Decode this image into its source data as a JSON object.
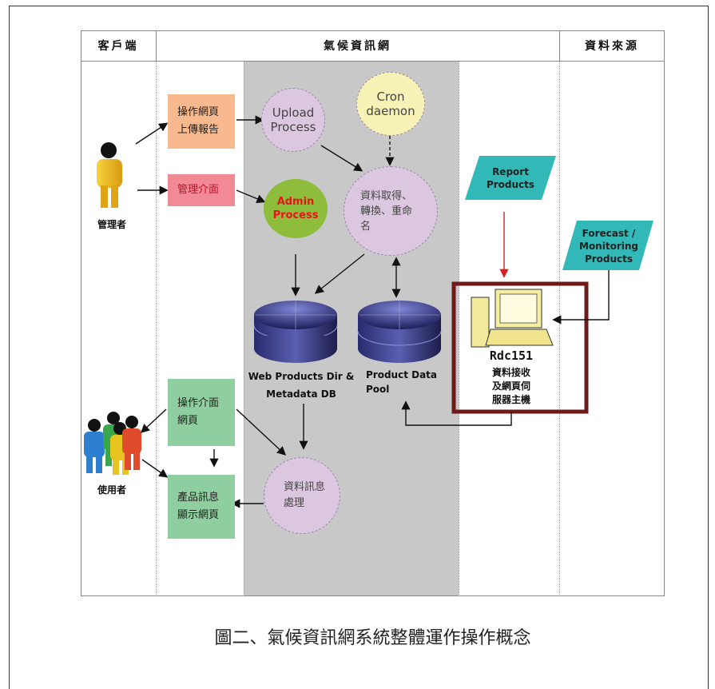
{
  "header": {
    "client": "客戶端",
    "network": "氣候資訊網",
    "source": "資料來源"
  },
  "actors": {
    "admin": "管理者",
    "user": "使用者"
  },
  "client_boxes": {
    "op_web_upload": [
      "操作網頁",
      "上傳報告"
    ],
    "admin_ui": "管理介面",
    "op_ui_web": [
      "操作介面",
      "網頁"
    ],
    "product_display": [
      "產品訊息",
      "顯示網頁"
    ]
  },
  "processes": {
    "upload": [
      "Upload",
      "Process"
    ],
    "cron": [
      "Cron",
      "daemon"
    ],
    "admin": [
      "Admin",
      "Process"
    ],
    "fetch": [
      "資料取得、",
      "轉換、重命",
      "名"
    ],
    "info": [
      "資料訊息",
      "處理"
    ]
  },
  "databases": {
    "web_products": [
      "Web Products Dir &",
      "Metadata DB"
    ],
    "product_pool": [
      "Product Data",
      "Pool"
    ]
  },
  "sources": {
    "report": [
      "Report",
      "Products"
    ],
    "forecast": [
      "Forecast /",
      "Monitoring",
      "Products"
    ]
  },
  "server": {
    "name": "Rdc151",
    "desc": [
      "資料接收",
      "及網頁伺",
      "服器主機"
    ]
  },
  "caption": "圖二、氣候資訊網系統整體運作操作概念",
  "colors": {
    "orange_box": "#f9b98f",
    "pink_box": "#f28a96",
    "green_box": "#8fce9e",
    "lavender": "#dcc7e0",
    "cream": "#f7f3b7",
    "admin_green": "#8dbd3b",
    "cyan": "#33b8b8",
    "server_border": "#6e1a1a",
    "grey_lane": "#c8c8c8"
  }
}
